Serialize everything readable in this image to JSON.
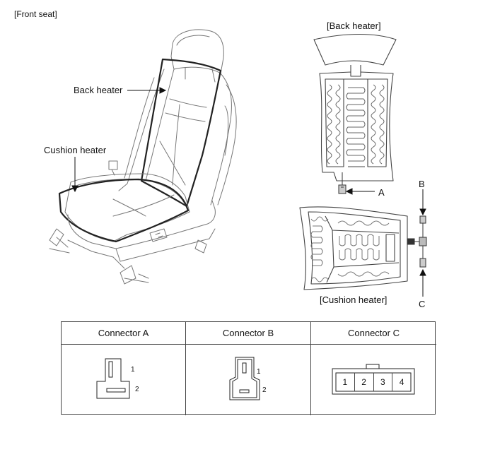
{
  "header": {
    "section_label": "[Front seat]"
  },
  "seat": {
    "back_heater_label": "Back heater",
    "cushion_heater_label": "Cushion heater"
  },
  "heaters": {
    "back_heater_title": "[Back heater]",
    "cushion_heater_title": "[Cushion heater]",
    "marker_a": "A",
    "marker_b": "B",
    "marker_c": "C"
  },
  "connectors": {
    "columns": [
      "Connector A",
      "Connector B",
      "Connector C"
    ],
    "a_pins": [
      "1",
      "2"
    ],
    "b_pins": [
      "1",
      "2"
    ],
    "c_pins": [
      "1",
      "2",
      "3",
      "4"
    ]
  }
}
